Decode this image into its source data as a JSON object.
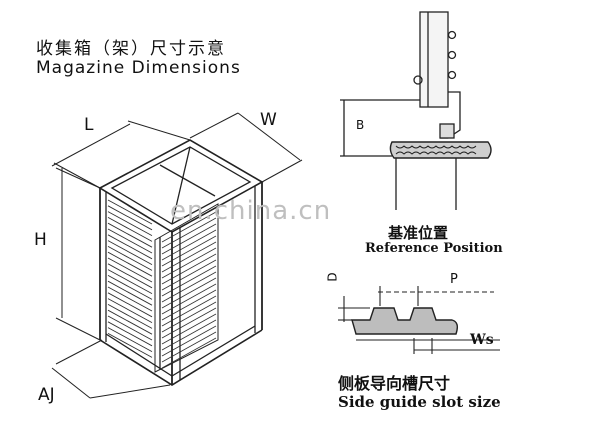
{
  "title": {
    "chinese": "收集箱（架）尺寸示意",
    "english": "Magazine Dimensions"
  },
  "dimension_labels": {
    "length": "L",
    "width": "W",
    "height": "H",
    "adjust": "AJ",
    "b": "B",
    "d": "D",
    "p": "P",
    "ws": "Ws"
  },
  "reference": {
    "chinese": "基准位置",
    "english": "Reference Position"
  },
  "slot": {
    "chinese": "侧板导向槽尺寸",
    "english": "Side guide slot size"
  },
  "watermark": "en.china.cn"
}
